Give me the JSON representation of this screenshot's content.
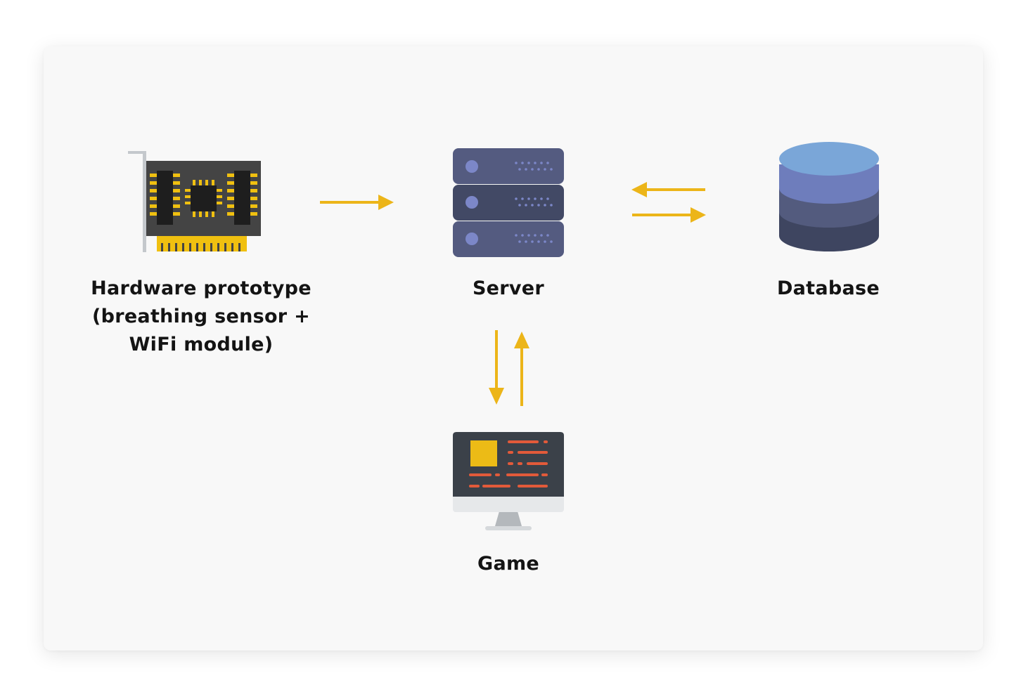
{
  "colors": {
    "arrow": "#ECB519",
    "card_background": "#F8F8F8",
    "label_text": "#141414"
  },
  "nodes": {
    "hardware": {
      "label_lines": [
        "Hardware prototype",
        "(breathing sensor +",
        "WiFi module)"
      ],
      "icon": "circuit-board-icon"
    },
    "server": {
      "label": "Server",
      "icon": "server-rack-icon"
    },
    "database": {
      "label": "Database",
      "icon": "database-icon"
    },
    "game": {
      "label": "Game",
      "icon": "monitor-icon"
    }
  },
  "connections": [
    {
      "from": "hardware",
      "to": "server"
    },
    {
      "from": "database",
      "to": "server"
    },
    {
      "from": "server",
      "to": "database"
    },
    {
      "from": "server",
      "to": "game"
    },
    {
      "from": "game",
      "to": "server"
    }
  ]
}
